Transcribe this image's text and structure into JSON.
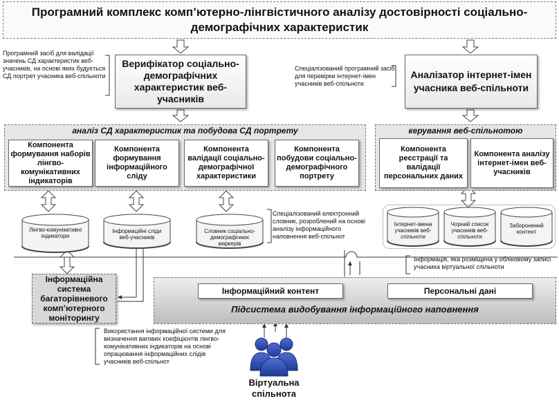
{
  "title": "Програмний комплекс комп’ютерно-лінгвістичного аналізу достовірності соціально-демографічних характеристик",
  "verifier": {
    "label": "Верифікатор соціально-демографічних характеристик веб-учасників",
    "note": "Програмний засіб для валідації значень СД характеристик веб-учасників, на основі яких будується СД портрет учасника веб-спільноти"
  },
  "analyzer": {
    "label": "Аналізатор інтернет-імен учасника веб-спільноти",
    "note": "Спеціалізований програмний засіб для перевірки інтернет-імен учасників веб-спільноти"
  },
  "analysis_group": {
    "title": "аналіз СД характеристик та побудова СД портрету",
    "components": [
      "Компонента формування наборів лінгво-комунікативних індикаторів",
      "Компонента формування інформаційного сліду",
      "Компонента валідації соціально-демографічної характеристики",
      "Компонента побудови соціально-демографічного портрету"
    ]
  },
  "management_group": {
    "title": "керування веб-спільнотою",
    "components": [
      "Компонента реєстрації та валідації персональних даних",
      "Компонента аналізу інтернет-імен веб-учасників"
    ]
  },
  "databases": {
    "left": [
      "Лінгво-комунікативні індикатори",
      "Інформаційні сліди веб-учасників",
      "Словник соціально-демографічних маркерів"
    ],
    "right": [
      "Інтернет-імена учасників веб-спільноти",
      "Чорний список учасників веб-спільноти",
      "Заборонений контент"
    ],
    "dictionary_note": "Спеціалізований електронний словник, розроблений на основі аналізу інформаційного наповнення веб-спільнот"
  },
  "info_system": {
    "label": "Інформаційна система багаторівневого комп’ютерного моніторингу",
    "note": "Використання інформаційної системи для визначення вагових коефіцієнтів лінгво-комунікативних індикаторів на основі опрацювання інформаційних слідів учасників веб-спільнот"
  },
  "subsystem": {
    "title": "Підсистема видобування інформаційного наповнення",
    "info_content": "Інформаційний контент",
    "personal_data": "Персональні дані",
    "note": "Інформація, яка розміщена у обліковому записі учасника віртуальної спільноти"
  },
  "community": {
    "label": "Віртуальна спільнота"
  }
}
